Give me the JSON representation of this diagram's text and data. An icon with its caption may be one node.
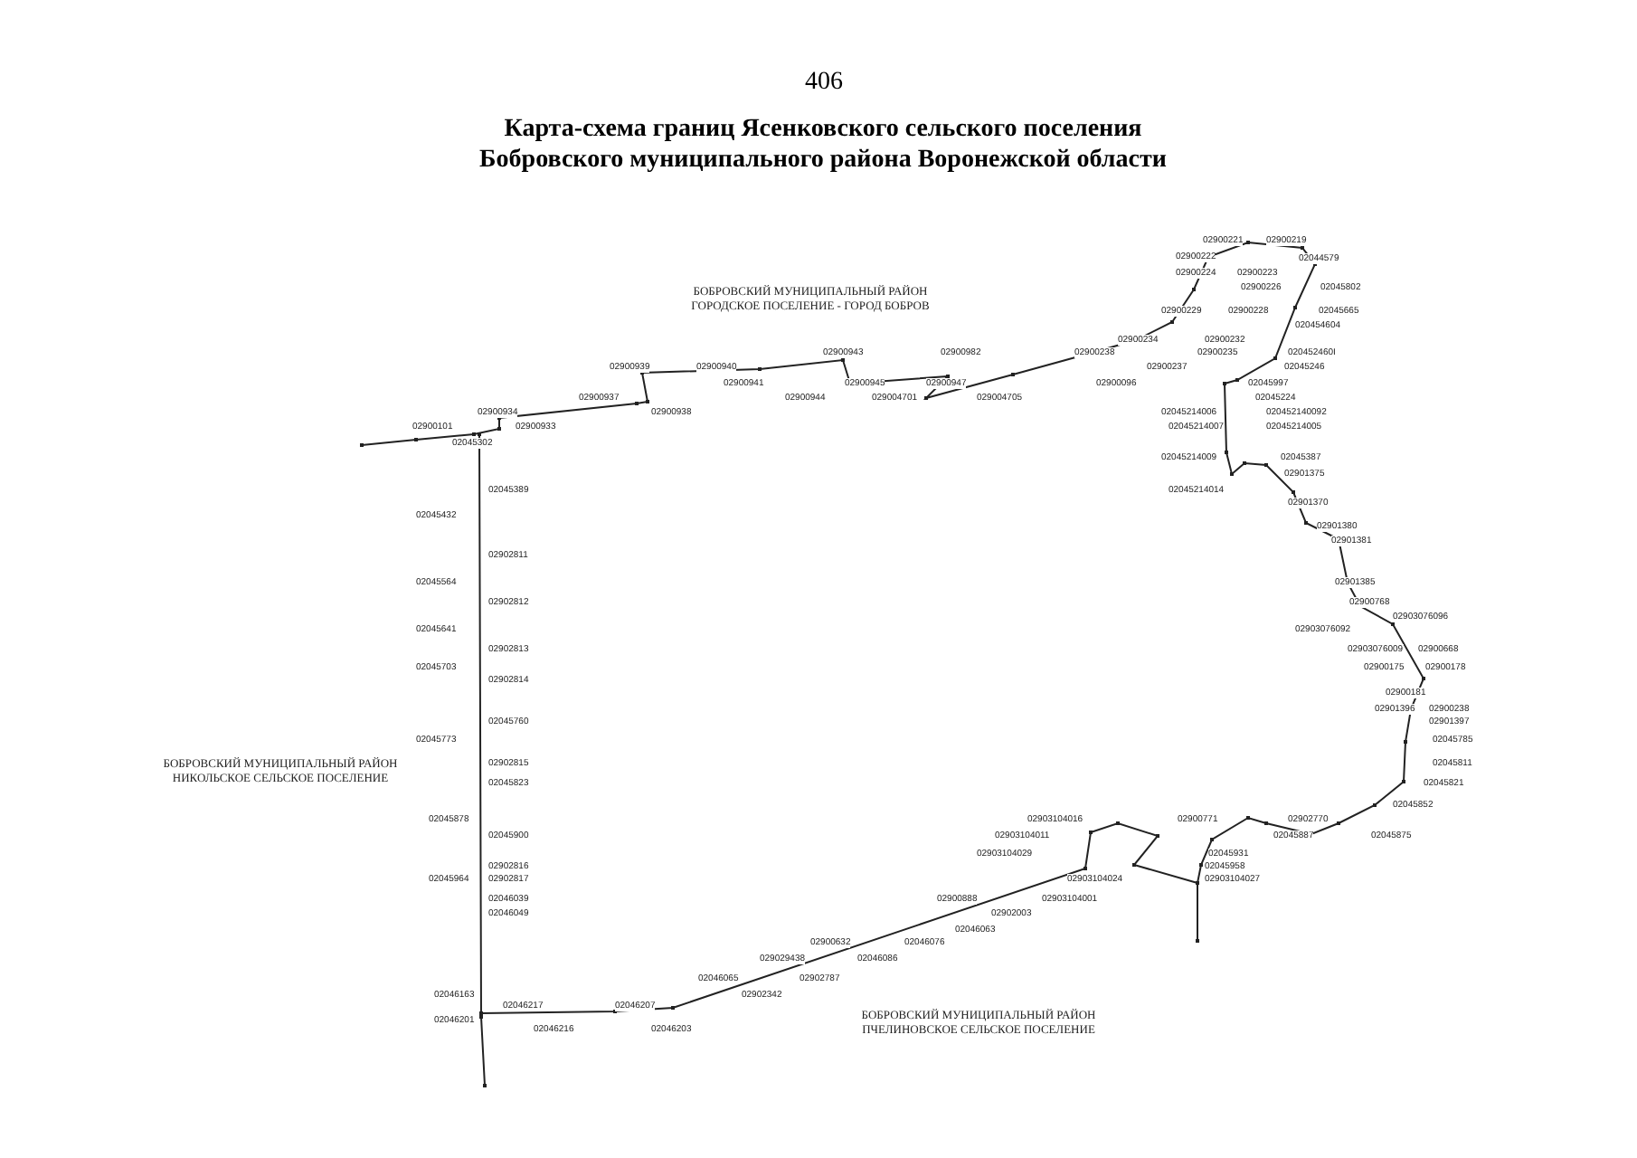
{
  "diagram": {
    "title": "Карта-схема границ Ясенковского сельского поселения Бобровского муниципального района Воронежской области",
    "labels": [
      "406",
      "02900221",
      "02900219",
      "02900222",
      "02044579",
      "02900224",
      "02900223",
      "02900226",
      "02045802",
      "БОБРОВСКИЙ МУНИЦИПАЛЬНЫЙ РАЙОН ГОРОДСКОЕ ПОСЕЛЕНИЕ - ГОРОД БОБРОВ",
      "02900229",
      "02900228",
      "02045665",
      "020454604",
      "02900234",
      "02900232",
      "02900943",
      "02900982",
      "02900238",
      "02900235",
      "020452460I",
      "02900939",
      "02900940",
      "02900237",
      "02045246",
      "02900941",
      "02900945",
      "02900947",
      "02900096",
      "02045997",
      "02900937",
      "02900944",
      "029004701",
      "029004705",
      "02045224",
      "02900934",
      "02900938",
      "02045214006",
      "020452140092",
      "02900101",
      "02900933",
      "02045214007",
      "02045214005",
      "02045302",
      "02045214009",
      "02045387",
      "02901375",
      "02045389",
      "02045214014",
      "02901370",
      "02045432",
      "02901380",
      "02901381",
      "02902811",
      "02045564",
      "02901385",
      "02902812",
      "02900768",
      "02903076096",
      "02045641",
      "02903076092",
      "02902813",
      "02903076009",
      "02900668",
      "02045703",
      "02900175",
      "02900178",
      "02902814",
      "02900181",
      "02901396",
      "02900238",
      "02045760",
      "02901397",
      "02045773",
      "02045785",
      "БОБРОВСКИЙ МУНИЦИПАЛЬНЫЙ РАЙОН НИКОЛЬСКОЕ СЕЛЬСКОЕ ПОСЕЛЕНИЕ",
      "02902815",
      "02045811",
      "02045823",
      "02045821",
      "02045852",
      "02045878",
      "02903104016",
      "02900771",
      "02902770",
      "02045900",
      "02903104011",
      "02045887",
      "02045875",
      "02903104029",
      "02045931",
      "02902816",
      "02045958",
      "02045964",
      "02902817",
      "02903104024",
      "02903104027",
      "02046039",
      "02900888",
      "02903104001",
      "02046049",
      "02902003",
      "02046063",
      "02900632",
      "02046076",
      "029029438",
      "02046086",
      "02046065",
      "02902787",
      "02046163",
      "02902342",
      "02046217",
      "02046207",
      "02046201",
      "02046216",
      "02046203",
      "БОБРОВСКИЙ МУНИЦИПАЛЬНЫЙ РАЙОН ПЧЕЛИНОВСКОЕ СЕЛЬСКОЕ ПОСЕЛЕНИЕ"
    ]
  }
}
